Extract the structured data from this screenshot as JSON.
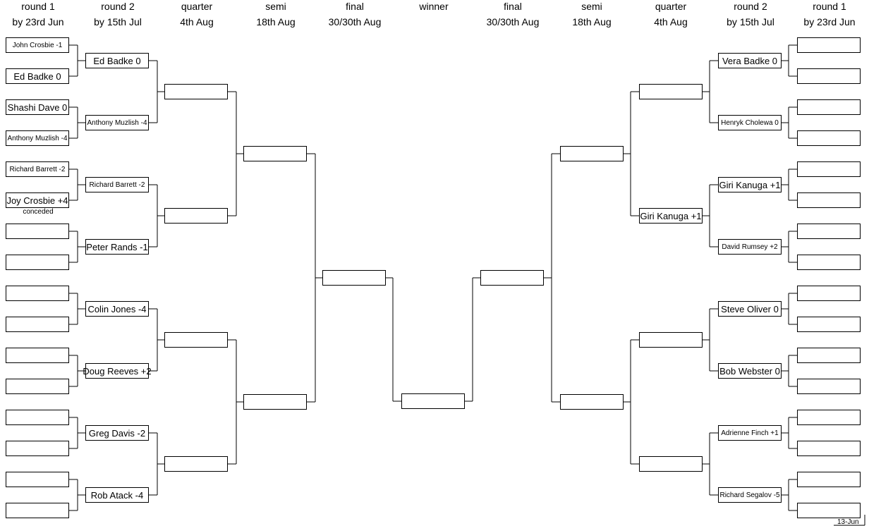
{
  "headers": [
    {
      "title": "round 1",
      "date": "by 23rd Jun"
    },
    {
      "title": "round 2",
      "date": "by 15th Jul"
    },
    {
      "title": "quarter",
      "date": "4th Aug"
    },
    {
      "title": "semi",
      "date": "18th Aug"
    },
    {
      "title": "final",
      "date": "30/30th Aug"
    },
    {
      "title": "winner",
      "date": ""
    },
    {
      "title": "final",
      "date": "30/30th Aug"
    },
    {
      "title": "semi",
      "date": "18th Aug"
    },
    {
      "title": "quarter",
      "date": "4th Aug"
    },
    {
      "title": "round 2",
      "date": "by 15th Jul"
    },
    {
      "title": "round 1",
      "date": "by 23rd Jun"
    }
  ],
  "left": {
    "round1": [
      "John Crosbie -1",
      "Ed Badke 0",
      "Shashi Dave 0",
      "Anthony Muzlish -4",
      "Richard Barrett -2",
      "Joy Crosbie +4",
      "",
      "",
      "",
      "",
      "",
      "",
      "",
      "",
      "",
      ""
    ],
    "round2": [
      "Ed Badke 0",
      "Anthony Muzlish -4",
      "Richard Barrett -2",
      "Peter Rands -1",
      "Colin Jones -4",
      "Doug Reeves +2",
      "Greg Davis -2",
      "Rob Atack -4"
    ],
    "quarter": [
      "",
      "",
      "",
      ""
    ],
    "semi": [
      "",
      ""
    ],
    "final": [
      ""
    ]
  },
  "winner": "",
  "right": {
    "round1": [
      "",
      "",
      "",
      "",
      "",
      "",
      "",
      "",
      "",
      "",
      "",
      "",
      "",
      "",
      "",
      ""
    ],
    "round2": [
      "Vera Badke 0",
      "Henryk Cholewa 0",
      "Giri Kanuga +1",
      "David Rumsey +2",
      "Steve Oliver 0",
      "Bob Webster 0",
      "Adrienne Finch +1",
      "Richard Segalov -5"
    ],
    "quarter": [
      "",
      "Giri Kanuga +1",
      "",
      ""
    ],
    "semi": [
      "",
      ""
    ],
    "final": [
      ""
    ]
  },
  "notes": {
    "conceded": "conceded"
  },
  "footer": {
    "date": "13-Jun"
  }
}
